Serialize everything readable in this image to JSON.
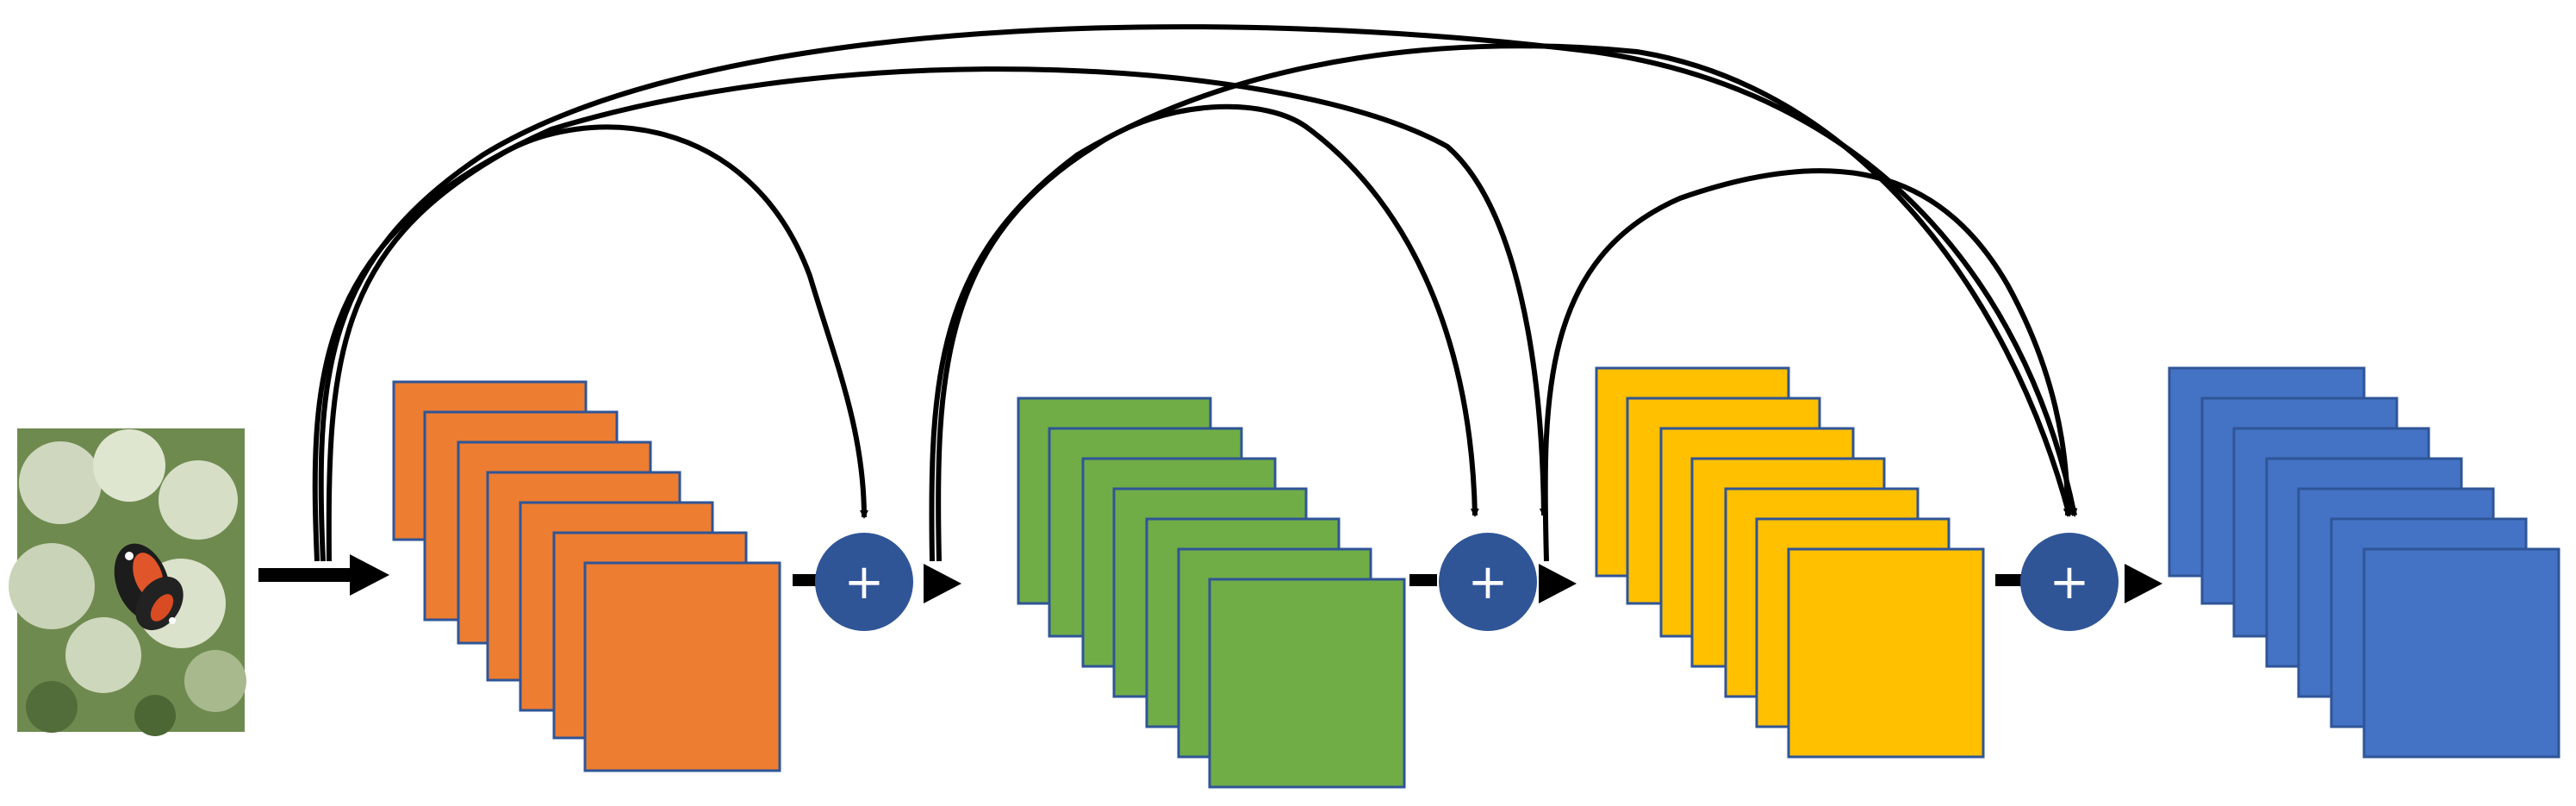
{
  "diagram": {
    "operator_symbol": "+",
    "colors": {
      "orange": "#ED7D31",
      "green": "#70AD47",
      "yellow": "#FFC000",
      "blue": "#4472C4",
      "map_border": "#2F5597",
      "add_node": "#2F5597",
      "arrow": "#000000"
    },
    "icons": {
      "input": "butterfly-on-flowers-photo",
      "add_node": "plus-circle-icon"
    },
    "blocks": [
      {
        "name": "block-1-orange",
        "color_key": "orange",
        "maps": 7
      },
      {
        "name": "block-2-green",
        "color_key": "green",
        "maps": 7
      },
      {
        "name": "block-3-yellow",
        "color_key": "yellow",
        "maps": 7
      },
      {
        "name": "block-4-blue",
        "color_key": "blue",
        "maps": 7
      }
    ],
    "add_nodes": [
      "add-node-1",
      "add-node-2",
      "add-node-3"
    ],
    "skip_connections": [
      {
        "from": "input",
        "to": "add-node-1"
      },
      {
        "from": "input",
        "to": "add-node-2"
      },
      {
        "from": "input",
        "to": "add-node-3"
      },
      {
        "from": "add-node-1",
        "to": "add-node-2"
      },
      {
        "from": "add-node-1",
        "to": "add-node-3"
      },
      {
        "from": "add-node-2",
        "to": "add-node-3"
      }
    ]
  }
}
